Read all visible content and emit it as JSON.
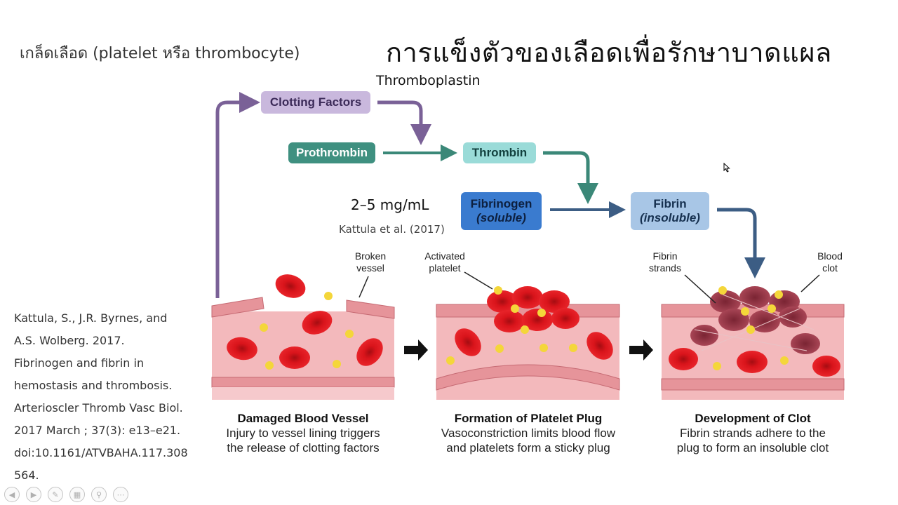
{
  "slide": {
    "subtitle": "เกล็ดเลือด (platelet หรือ thrombocyte)",
    "title": "การแข็งตัวของเลือดเพื่อรักษาบาดแผล",
    "thromboplastin": "Thromboplastin",
    "fibrinogen_concentration": "2–5 mg/mL",
    "concentration_reference": "Kattula et al. (2017)",
    "citation_lines": [
      "Kattula, S., J.R. Byrnes, and",
      "A.S. Wolberg. 2017.",
      "Fibrinogen and fibrin in",
      "hemostasis and thrombosis.",
      "Arterioscler Thromb Vasc Biol.",
      "2017 March ; 37(3): e13–e21.",
      "doi:10.1161/ATVBAHA.117.308",
      "564."
    ]
  },
  "cascade": {
    "clotting_factors": "Clotting Factors",
    "prothrombin": "Prothrombin",
    "thrombin": "Thrombin",
    "fibrinogen": "Fibrinogen",
    "fibrinogen_state": "(soluble)",
    "fibrin": "Fibrin",
    "fibrin_state": "(insoluble)"
  },
  "panels": [
    {
      "heading": "Damaged Blood Vessel",
      "line1": "Injury to vessel lining triggers",
      "line2": "the release of clotting factors",
      "callout": "Broken\nvessel"
    },
    {
      "heading": "Formation of Platelet Plug",
      "line1": "Vasoconstriction limits blood flow",
      "line2": "and platelets form a sticky plug",
      "callout": "Activated\nplatelet"
    },
    {
      "heading": "Development of Clot",
      "line1": "Fibrin strands adhere to the",
      "line2": "plug to form an insoluble clot",
      "callout_left": "Fibrin\nstrands",
      "callout_right": "Blood\nclot"
    }
  ],
  "toolbar": {
    "buttons": [
      "prev-icon",
      "next-icon",
      "pen-icon",
      "slides-icon",
      "zoom-icon",
      "more-icon"
    ],
    "glyphs": [
      "◀",
      "▶",
      "✎",
      "▦",
      "⚲",
      "⋯"
    ]
  },
  "colors": {
    "clotting_factors": "#c9b8dd",
    "prothrombin": "#3f9080",
    "thrombin": "#9adbd8",
    "fibrinogen": "#3a7bcf",
    "fibrin": "#a8c6e6",
    "red_cell": "#d9141b",
    "platelet": "#f4d63a",
    "vessel_tissue": "#f3b9bc"
  }
}
